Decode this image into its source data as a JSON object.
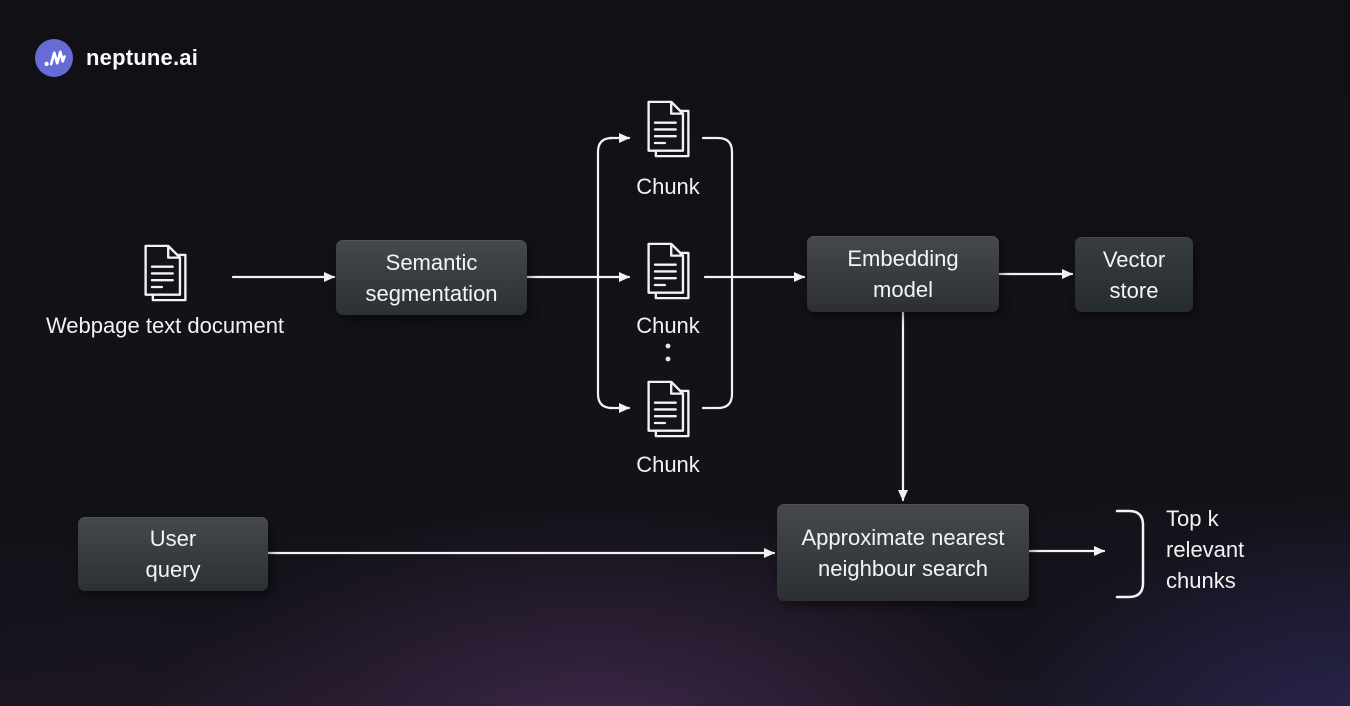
{
  "header": {
    "brand": "neptune.ai"
  },
  "colors": {
    "background_base": "#121217",
    "glow_purple": "#583568",
    "glow_indigo": "#3e3a8a",
    "node_fill_top": "#45494c",
    "node_fill_bottom": "#2c3033",
    "connector": "#f3f3f3",
    "text": "#f4f4f4",
    "logo_accent": "#666bd6"
  },
  "icons": {
    "logo": "neptune-wave-icon",
    "document": "document-icon",
    "ellipsis": "vertical-ellipsis-icon"
  },
  "nodes": {
    "webpage_document": {
      "line1": "Webpage text",
      "line2": "document"
    },
    "semantic_segmentation": {
      "line1": "Semantic",
      "line2": "segmentation"
    },
    "chunk_top": {
      "label": "Chunk"
    },
    "chunk_middle": {
      "label": "Chunk"
    },
    "chunk_bottom": {
      "label": "Chunk"
    },
    "embedding_model": {
      "line1": "Embedding",
      "line2": "model"
    },
    "vector_store": {
      "line1": "Vector",
      "line2": "store"
    },
    "user_query": {
      "line1": "User",
      "line2": "query"
    },
    "ann_search": {
      "line1": "Approximate nearest",
      "line2": "neighbour search"
    },
    "top_k": {
      "line1": "Top k",
      "line2": "relevant",
      "line3": "chunks"
    }
  }
}
